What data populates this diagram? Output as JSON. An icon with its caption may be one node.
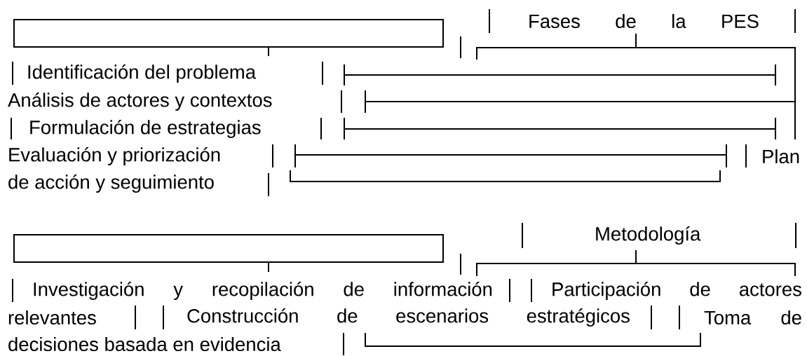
{
  "diagram": {
    "nodes": [
      {
        "text": [],
        "shape": "box"
      },
      {
        "text": [],
        "shape": "box"
      }
    ],
    "labels": [
      "Fases de la PES",
      "Identificación del problema",
      "Análisis de actores y contextos",
      "Formulación de estrategias",
      "Evaluación y priorización",
      "Plan",
      "de acción y seguimiento",
      "Metodología",
      "Investigación y recopilación de información",
      "Participación de actores",
      "relevantes",
      "Construcción de escenarios estratégicos",
      "Toma de",
      "decisiones basada en evidencia"
    ]
  }
}
